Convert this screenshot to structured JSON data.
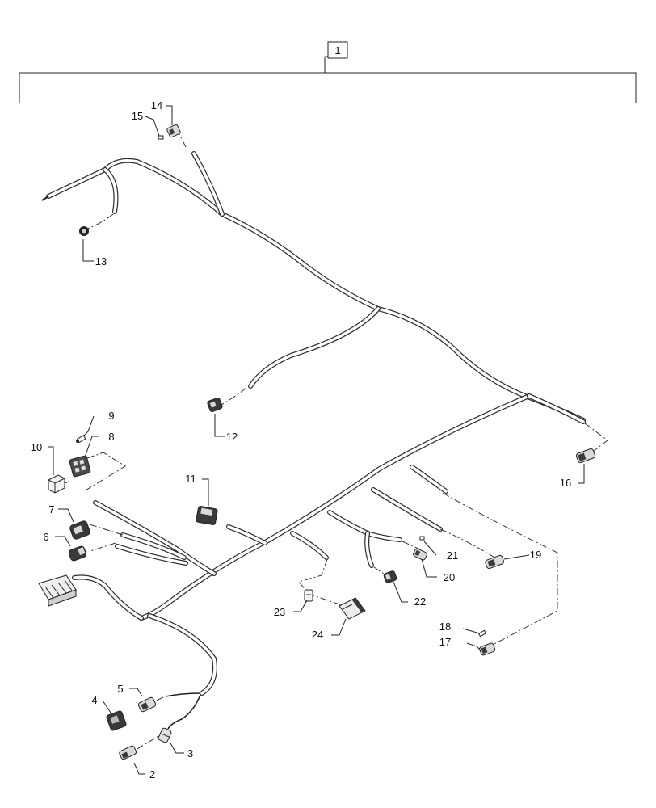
{
  "callouts": {
    "c1": "1",
    "c2": "2",
    "c3": "3",
    "c4": "4",
    "c5": "5",
    "c6": "6",
    "c7": "7",
    "c8": "8",
    "c9": "9",
    "c10": "10",
    "c11": "11",
    "c12": "12",
    "c13": "13",
    "c14": "14",
    "c15": "15",
    "c16": "16",
    "c17": "17",
    "c18": "18",
    "c19": "19",
    "c20": "20",
    "c21": "21",
    "c22": "22",
    "c23": "23",
    "c24": "24"
  },
  "colors": {
    "line": "#2a2a2a",
    "part_fill": "#d9d9d9",
    "part_dark": "#3a3a3a"
  }
}
